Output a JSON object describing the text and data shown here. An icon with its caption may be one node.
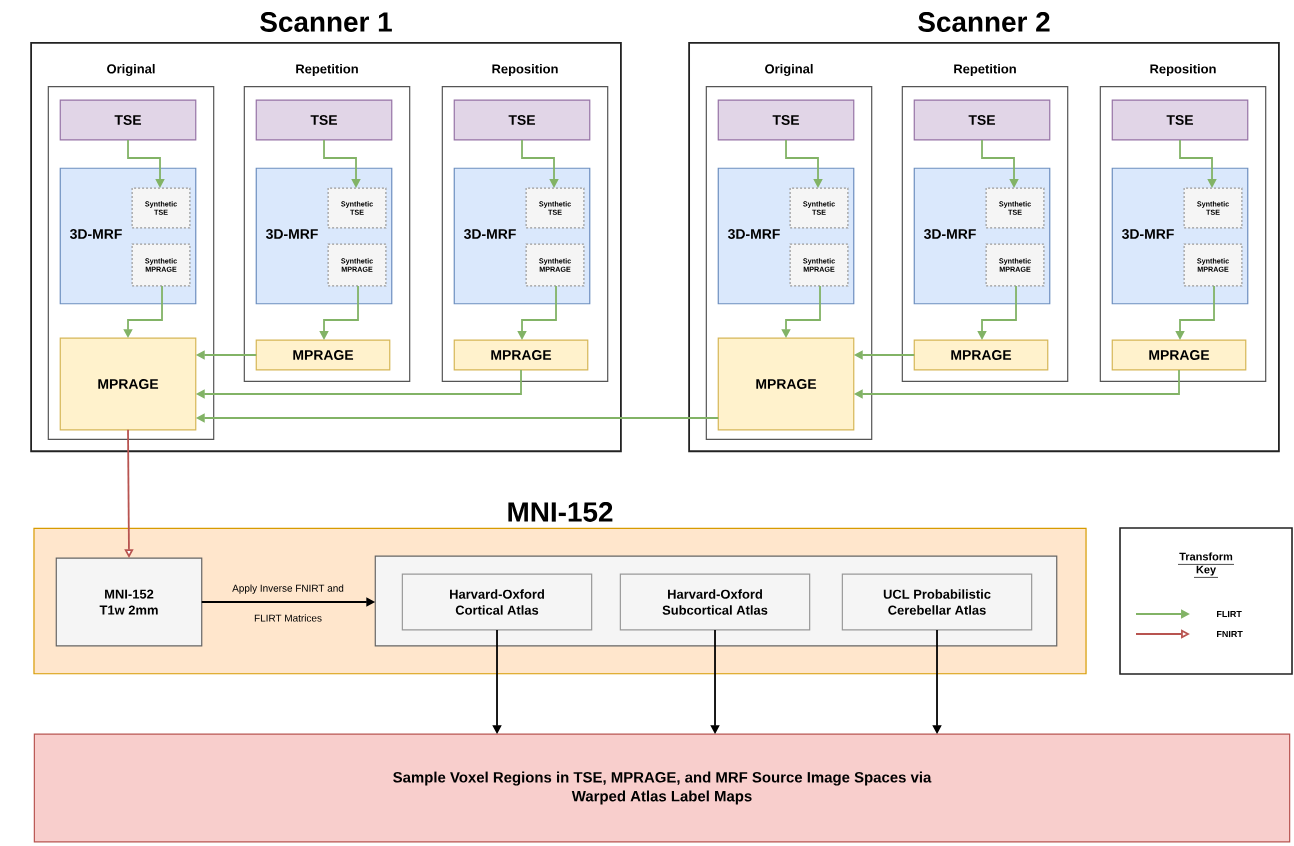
{
  "diagram": {
    "nodes": [
      {
        "text": [
          "Scanner 1"
        ]
      },
      {
        "text": [
          "Original"
        ],
        "in": 0
      },
      {
        "text": [
          "TSE"
        ],
        "in": 1
      },
      {
        "text": [
          "3D-MRF"
        ],
        "in": 1
      },
      {
        "text": [
          "Synthetic TSE"
        ],
        "in": 3
      },
      {
        "text": [
          "Synthetic MPRAGE"
        ],
        "in": 3
      },
      {
        "text": [
          "MPRAGE"
        ],
        "in": 1
      },
      {
        "text": [
          "Repetition"
        ],
        "in": 0
      },
      {
        "text": [
          "TSE"
        ],
        "in": 7
      },
      {
        "text": [
          "3D-MRF"
        ],
        "in": 7
      },
      {
        "text": [
          "Synthetic TSE"
        ],
        "in": 9
      },
      {
        "text": [
          "Synthetic MPRAGE"
        ],
        "in": 9
      },
      {
        "text": [
          "MPRAGE"
        ],
        "in": 7
      },
      {
        "text": [
          "Reposition"
        ],
        "in": 0
      },
      {
        "text": [
          "TSE"
        ],
        "in": 13
      },
      {
        "text": [
          "3D-MRF"
        ],
        "in": 13
      },
      {
        "text": [
          "Synthetic TSE"
        ],
        "in": 15
      },
      {
        "text": [
          "Synthetic MPRAGE"
        ],
        "in": 15
      },
      {
        "text": [
          "MPRAGE"
        ],
        "in": 13
      },
      {
        "text": [
          "Scanner 2"
        ]
      },
      {
        "text": [
          "Original"
        ],
        "in": 19
      },
      {
        "text": [
          "TSE"
        ],
        "in": 20
      },
      {
        "text": [
          "3D-MRF"
        ],
        "in": 20
      },
      {
        "text": [
          "Synthetic TSE"
        ],
        "in": 22
      },
      {
        "text": [
          "Synthetic MPRAGE"
        ],
        "in": 22
      },
      {
        "text": [
          "MPRAGE"
        ],
        "in": 20
      },
      {
        "text": [
          "Repetition"
        ],
        "in": 19
      },
      {
        "text": [
          "TSE"
        ],
        "in": 26
      },
      {
        "text": [
          "3D-MRF"
        ],
        "in": 26
      },
      {
        "text": [
          "Synthetic TSE"
        ],
        "in": 28
      },
      {
        "text": [
          "Synthetic MPRAGE"
        ],
        "in": 28
      },
      {
        "text": [
          "MPRAGE"
        ],
        "in": 26
      },
      {
        "text": [
          "Reposition"
        ],
        "in": 19
      },
      {
        "text": [
          "TSE"
        ],
        "in": 32
      },
      {
        "text": [
          "3D-MRF"
        ],
        "in": 32
      },
      {
        "text": [
          "Synthetic TSE"
        ],
        "in": 34
      },
      {
        "text": [
          "Synthetic MPRAGE"
        ],
        "in": 34
      },
      {
        "text": [
          "MPRAGE"
        ],
        "in": 32
      },
      {
        "text": [
          "MNI-152"
        ]
      },
      {
        "text": [
          "MNI-152 T1w 2mm"
        ],
        "in": 38
      },
      {
        "text": [],
        "shape": "box",
        "in": 38
      },
      {
        "text": [
          "Harvard-Oxford Cortical Atlas"
        ],
        "in": 40
      },
      {
        "text": [
          "Harvard-Oxford Subcortical Atlas"
        ],
        "in": 40
      },
      {
        "text": [
          "UCL Probabilistic Cerebellar Atlas"
        ],
        "in": 40
      },
      {
        "text": [
          "Sample Voxel Regions in TSE, MPRAGE, and MRF Source Image Spaces via Warped Atlas Label Maps"
        ]
      }
    ],
    "edges": [
      {
        "from": 2,
        "to": 4,
        "arrow": "to"
      },
      {
        "from": 5,
        "to": 6,
        "arrow": "to"
      },
      {
        "from": 8,
        "to": 10,
        "arrow": "to"
      },
      {
        "from": 11,
        "to": 12,
        "arrow": "to"
      },
      {
        "from": 14,
        "to": 16,
        "arrow": "to"
      },
      {
        "from": 17,
        "to": 18,
        "arrow": "to"
      },
      {
        "from": 12,
        "to": 6,
        "arrow": "to"
      },
      {
        "from": 18,
        "to": 6,
        "arrow": "to"
      },
      {
        "from": 21,
        "to": 23,
        "arrow": "to"
      },
      {
        "from": 24,
        "to": 25,
        "arrow": "to"
      },
      {
        "from": 27,
        "to": 29,
        "arrow": "to"
      },
      {
        "from": 30,
        "to": 31,
        "arrow": "to"
      },
      {
        "from": 33,
        "to": 35,
        "arrow": "to"
      },
      {
        "from": 36,
        "to": 37,
        "arrow": "to"
      },
      {
        "from": 31,
        "to": 25,
        "arrow": "to"
      },
      {
        "from": 37,
        "to": 25,
        "arrow": "to"
      },
      {
        "from": 25,
        "to": 6,
        "arrow": "to"
      },
      {
        "from": 6,
        "to": 39,
        "arrow": "to",
        "color": "#b85450"
      },
      {
        "from": 39,
        "to": 40,
        "arrow": "to",
        "label": "Apply Inverse FNIRT and FLIRT Matrices",
        "color": "#000000"
      },
      {
        "from": 41,
        "to": 44,
        "arrow": "to",
        "color": "#000000"
      },
      {
        "from": 42,
        "to": 44,
        "arrow": "to",
        "color": "#000000"
      },
      {
        "from": 43,
        "to": 44,
        "arrow": "to",
        "color": "#000000"
      }
    ],
    "labels": [
      "Transform Key"
    ],
    "legend": [
      {
        "text": "FLIRT"
      },
      {
        "text": "FNIRT"
      }
    ]
  }
}
